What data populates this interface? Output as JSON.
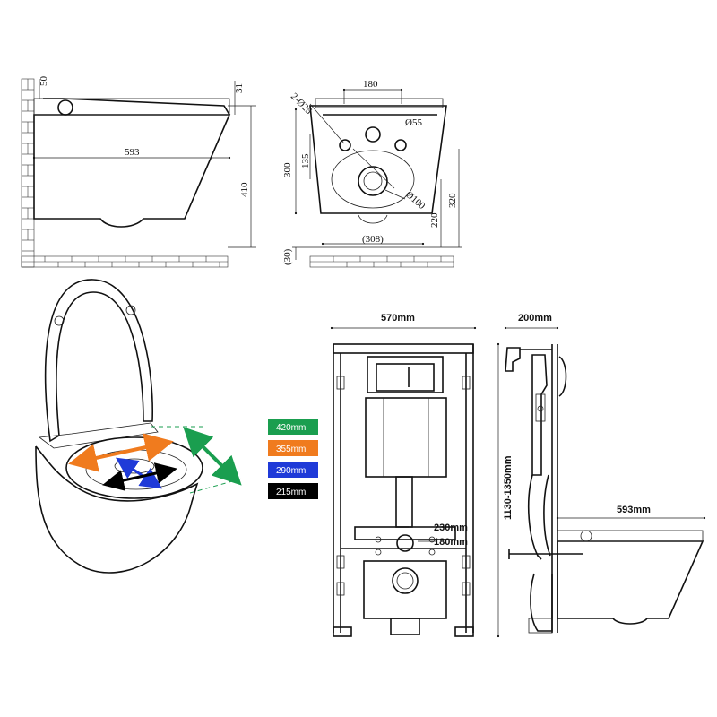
{
  "top_left": {
    "d50": "50",
    "d31": "31",
    "d593": "593",
    "d410": "410"
  },
  "top_right": {
    "d180": "180",
    "d2x25": "2-Ø25",
    "d55": "Ø55",
    "d135": "135",
    "d300": "300",
    "d100": "Ø100",
    "d220": "220",
    "d320": "320",
    "d308": "(308)",
    "d30": "(30)"
  },
  "legend": [
    {
      "label": "420mm",
      "color": "#1a9e4f"
    },
    {
      "label": "355mm",
      "color": "#f07b1e"
    },
    {
      "label": "290mm",
      "color": "#1f3ad8"
    },
    {
      "label": "215mm",
      "color": "#000000"
    }
  ],
  "frame": {
    "width": "570mm",
    "height": "1130-1350mm",
    "h230": "230mm",
    "h180": "180mm"
  },
  "side": {
    "depth": "200mm",
    "length": "593mm"
  }
}
